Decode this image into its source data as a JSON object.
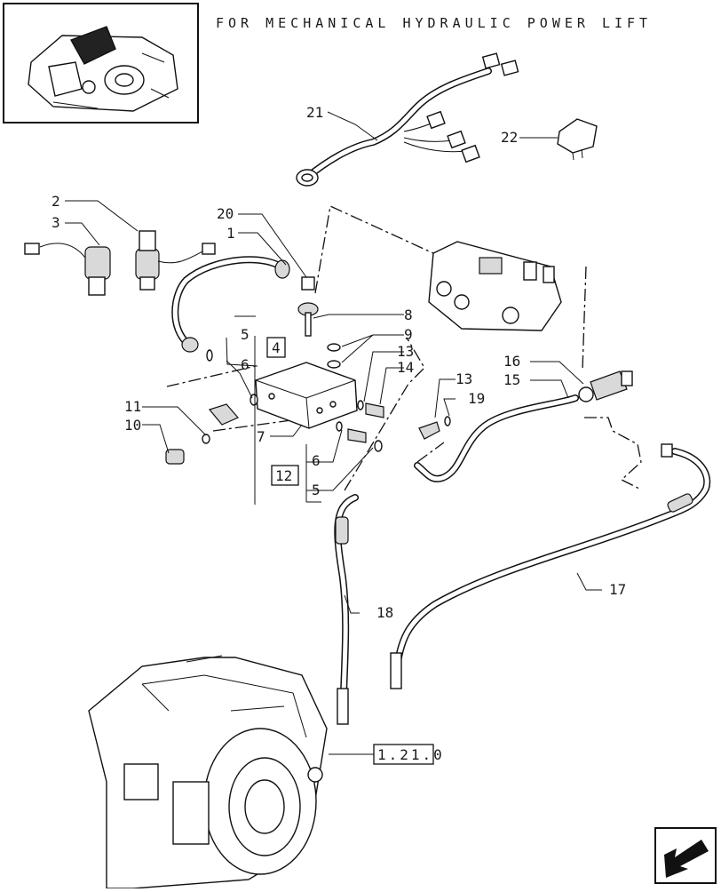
{
  "diagram": {
    "title": "FOR MECHANICAL HYDRAULIC POWER LIFT",
    "callouts": {
      "c1": "1",
      "c2": "2",
      "c3": "3",
      "c4": "4",
      "c5a": "5",
      "c5b": "5",
      "c6a": "6",
      "c6b": "6",
      "c7": "7",
      "c8": "8",
      "c9": "9",
      "c10": "10",
      "c11": "11",
      "c12": "12",
      "c13a": "13",
      "c13b": "13",
      "c14": "14",
      "c15": "15",
      "c16": "16",
      "c17": "17",
      "c18": "18",
      "c19": "19",
      "c20": "20",
      "c21": "21",
      "c22": "22"
    },
    "reference": "1.21.0"
  },
  "nav": {
    "icon": "arrow-back-icon"
  }
}
